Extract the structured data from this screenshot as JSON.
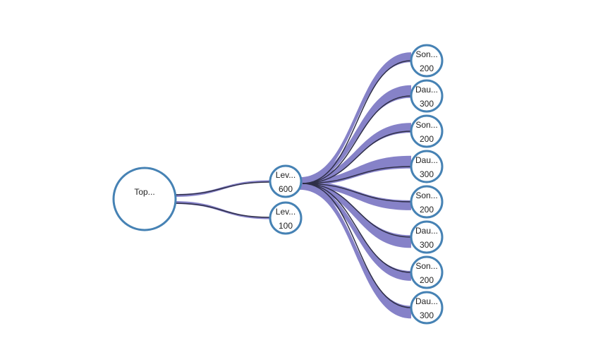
{
  "colors": {
    "node_stroke": "#4682b4",
    "node_fill": "#ffffff",
    "band": "#8682c8",
    "edge": "#2f2f48",
    "background": "#ffffff"
  },
  "tree": {
    "root": {
      "id": "top",
      "name": "Top...",
      "value": ""
    },
    "level1": [
      {
        "id": "lev-a",
        "name": "Lev...",
        "value": "600",
        "children": [
          {
            "id": "c1",
            "name": "Son...",
            "value": "200"
          },
          {
            "id": "c2",
            "name": "Dau...",
            "value": "300"
          },
          {
            "id": "c3",
            "name": "Son...",
            "value": "200"
          },
          {
            "id": "c4",
            "name": "Dau...",
            "value": "300"
          },
          {
            "id": "c5",
            "name": "Son...",
            "value": "200"
          },
          {
            "id": "c6",
            "name": "Dau...",
            "value": "300"
          },
          {
            "id": "c7",
            "name": "Son...",
            "value": "200"
          },
          {
            "id": "c8",
            "name": "Dau...",
            "value": "300"
          }
        ]
      },
      {
        "id": "lev-b",
        "name": "Lev...",
        "value": "100",
        "children": []
      }
    ]
  }
}
